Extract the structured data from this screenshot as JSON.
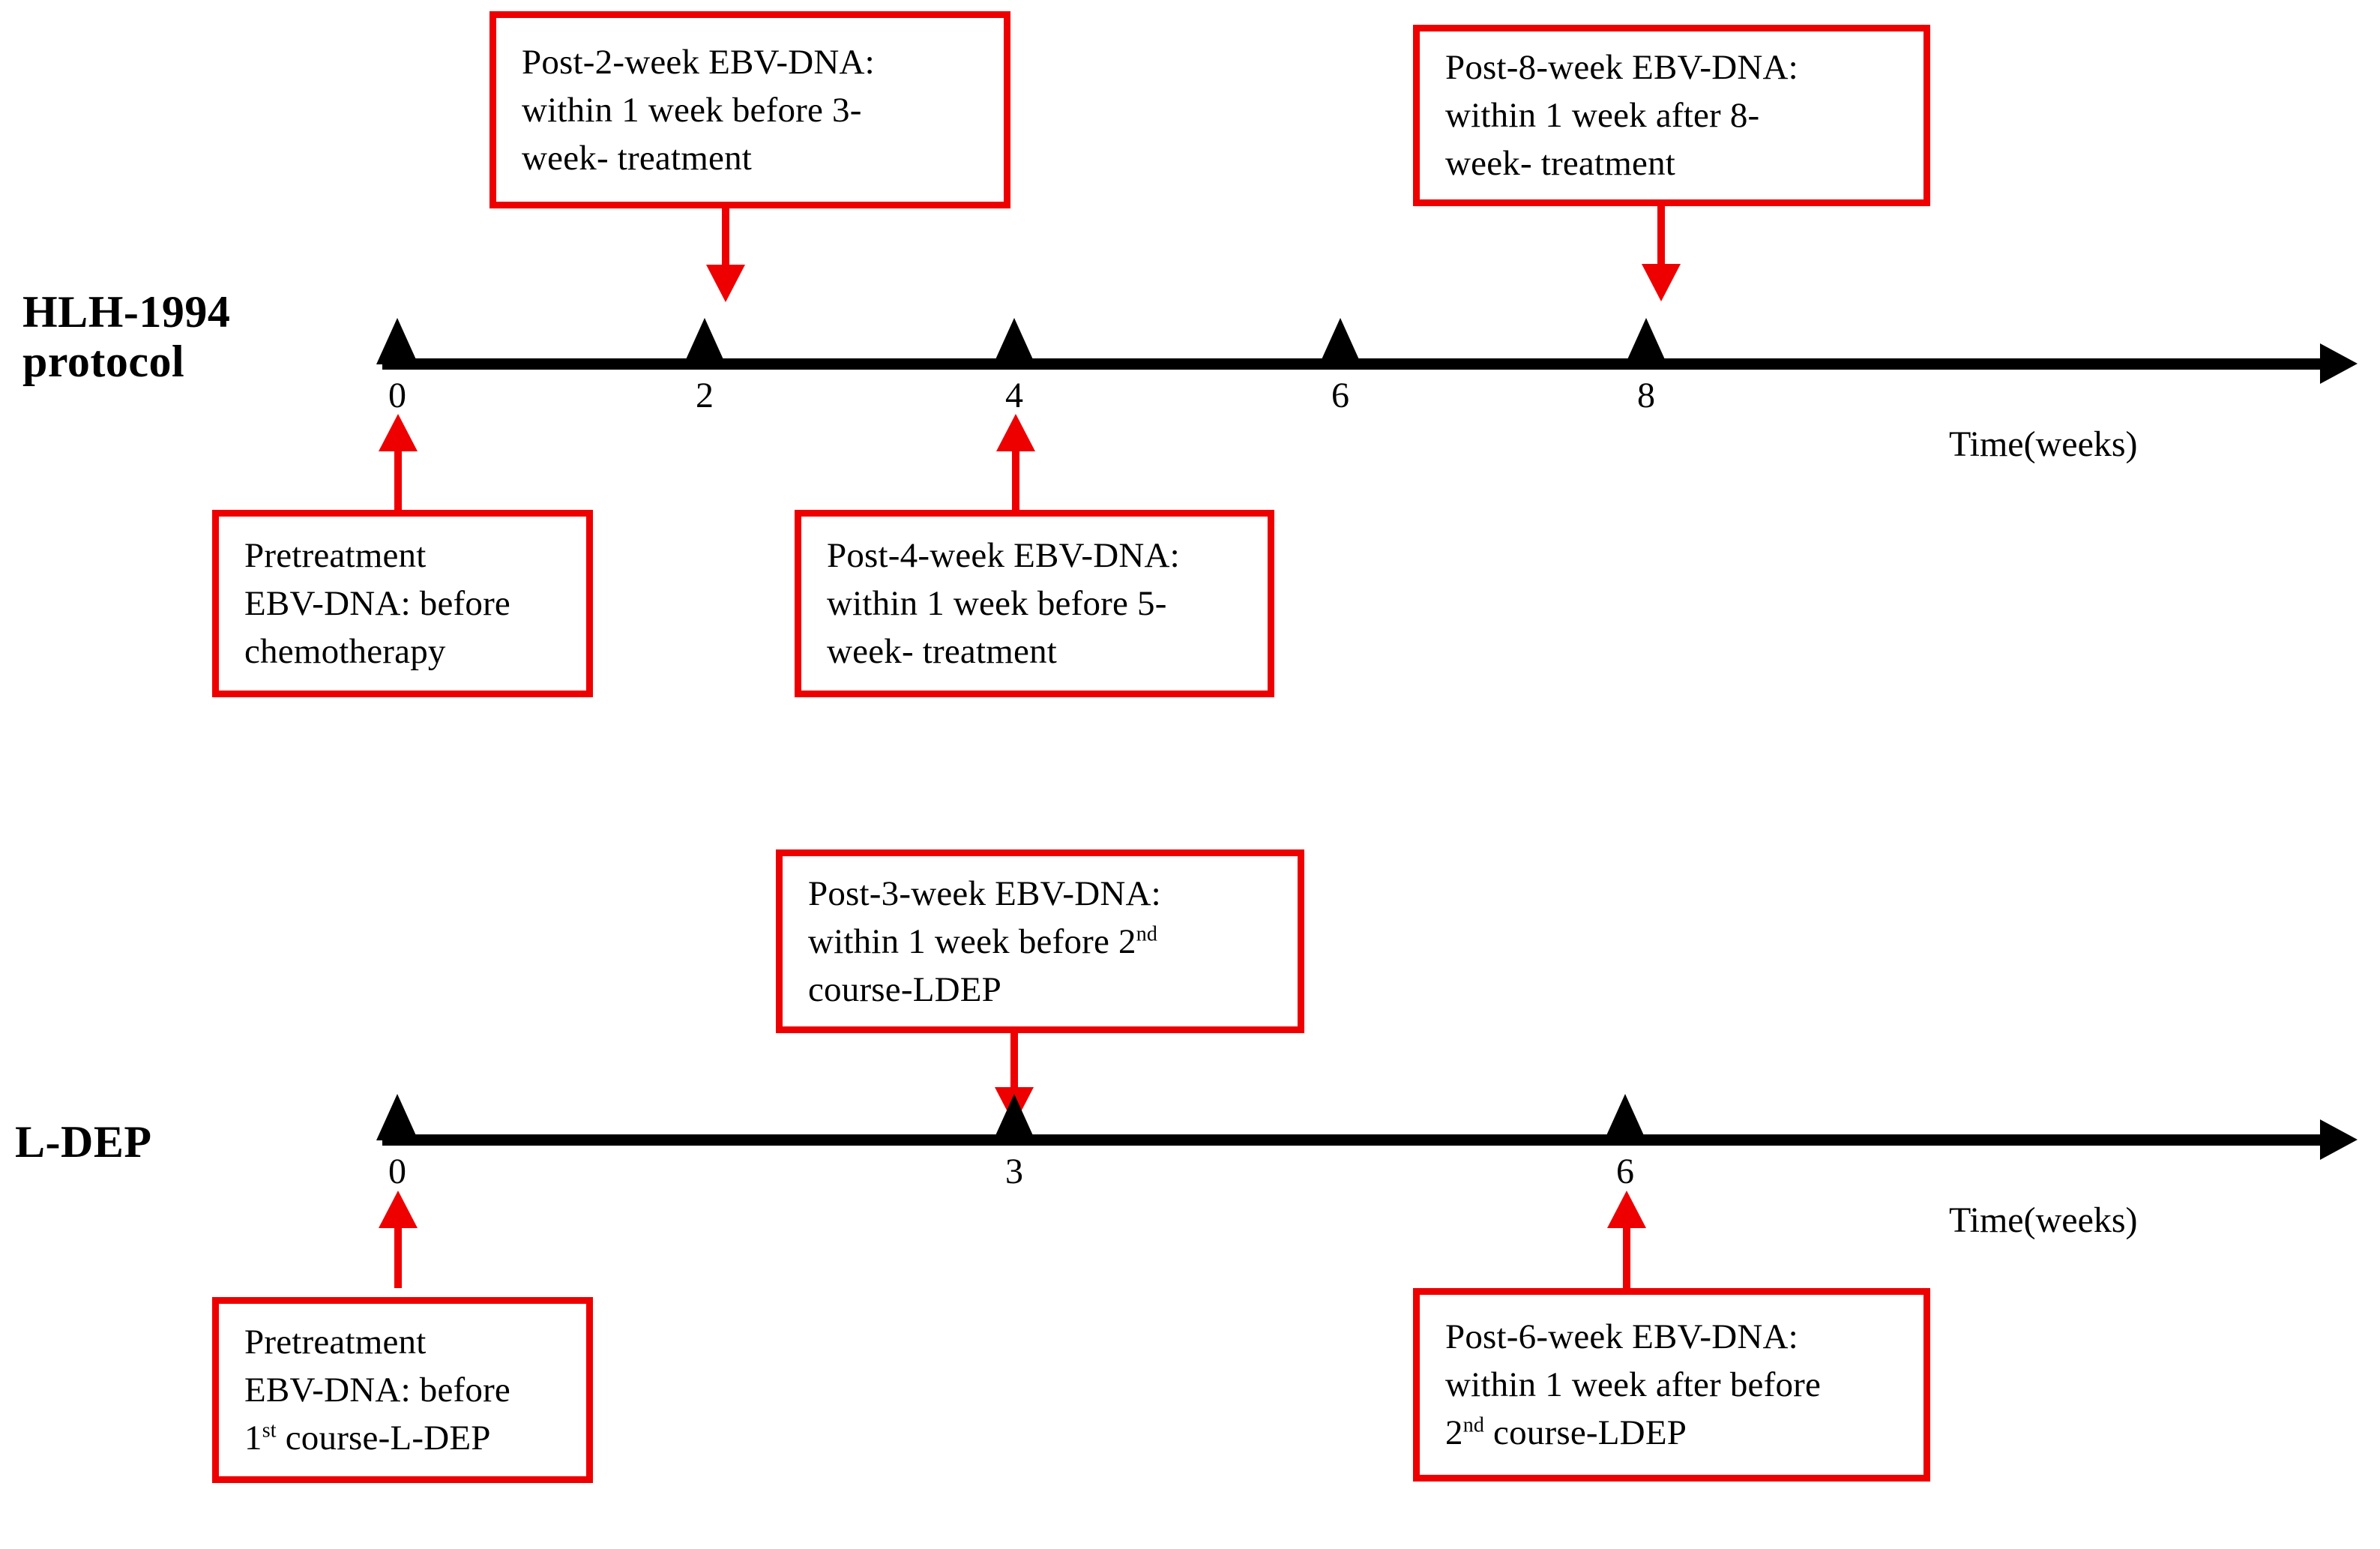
{
  "figure": {
    "type": "timeline-diagram",
    "accent_color": "#EE0000",
    "line_color": "#000000",
    "background": "#ffffff"
  },
  "timelines": [
    {
      "id": "hlh-1994",
      "label_line1": "HLH-1994",
      "label_line2": "protocol",
      "axis_caption": "Time(weeks)",
      "ticks": [
        "0",
        "2",
        "4",
        "6",
        "8"
      ]
    },
    {
      "id": "l-dep",
      "label_line1": "L-DEP",
      "label_line2": "",
      "axis_caption": "Time(weeks)",
      "ticks": [
        "0",
        "3",
        "6"
      ]
    }
  ],
  "annotations": [
    {
      "id": "post-2-week",
      "timeline": "hlh-1994",
      "position": "above",
      "tick": "2",
      "line1": "Post-2-week EBV-DNA:",
      "line2": "within 1 week before 3-",
      "line3": "week- treatment"
    },
    {
      "id": "post-8-week",
      "timeline": "hlh-1994",
      "position": "above",
      "tick": "8",
      "line1": "Post-8-week EBV-DNA:",
      "line2": "within 1 week after 8-",
      "line3": "week- treatment"
    },
    {
      "id": "pretreatment-hlh",
      "timeline": "hlh-1994",
      "position": "below",
      "tick": "0",
      "line1": "Pretreatment",
      "line2": "EBV-DNA: before",
      "line3": "chemotherapy"
    },
    {
      "id": "post-4-week",
      "timeline": "hlh-1994",
      "position": "below",
      "tick": "4",
      "line1": "Post-4-week EBV-DNA:",
      "line2": "within 1 week before 5-",
      "line3": "week- treatment"
    },
    {
      "id": "post-3-week",
      "timeline": "l-dep",
      "position": "above",
      "tick": "3",
      "line1": "Post-3-week EBV-DNA:",
      "line2_pre": "within 1 week before 2",
      "line2_sup": "nd",
      "line3": "course-LDEP"
    },
    {
      "id": "pretreatment-ldep",
      "timeline": "l-dep",
      "position": "below",
      "tick": "0",
      "line1": "Pretreatment",
      "line2": "EBV-DNA: before",
      "line3_sup": "st",
      "line3_pre": "1",
      "line3_post": " course-L-DEP"
    },
    {
      "id": "post-6-week",
      "timeline": "l-dep",
      "position": "below",
      "tick": "6",
      "line1": "Post-6-week EBV-DNA:",
      "line2": "within 1 week after before",
      "line3_pre": "2",
      "line3_sup": "nd",
      "line3_post": " course-LDEP"
    }
  ]
}
